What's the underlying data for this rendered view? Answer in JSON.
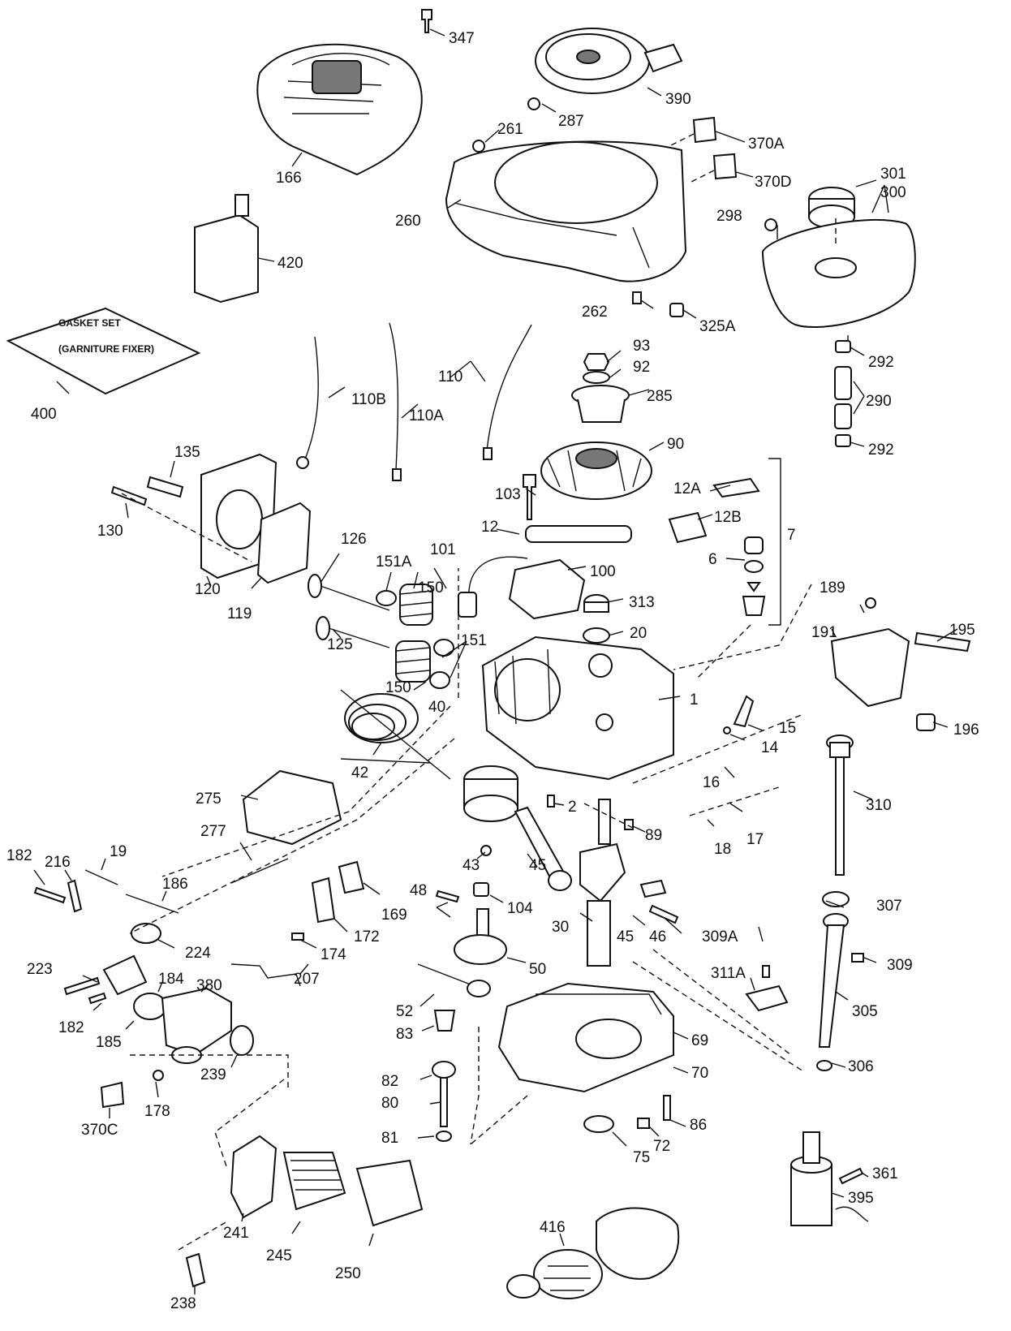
{
  "diagram": {
    "gasket_set_box": [
      "GASKET SET",
      "(GARNITURE FIXER)"
    ],
    "callouts": [
      {
        "id": "c-347",
        "text": "347"
      },
      {
        "id": "c-390",
        "text": "390"
      },
      {
        "id": "c-287",
        "text": "287"
      },
      {
        "id": "c-261",
        "text": "261"
      },
      {
        "id": "c-370A",
        "text": "370A"
      },
      {
        "id": "c-166",
        "text": "166"
      },
      {
        "id": "c-370D",
        "text": "370D"
      },
      {
        "id": "c-301",
        "text": "301"
      },
      {
        "id": "c-300",
        "text": "300"
      },
      {
        "id": "c-260",
        "text": "260"
      },
      {
        "id": "c-298",
        "text": "298"
      },
      {
        "id": "c-420",
        "text": "420"
      },
      {
        "id": "c-262",
        "text": "262"
      },
      {
        "id": "c-325A",
        "text": "325A"
      },
      {
        "id": "c-93",
        "text": "93"
      },
      {
        "id": "c-92",
        "text": "92"
      },
      {
        "id": "c-292a",
        "text": "292"
      },
      {
        "id": "c-110",
        "text": "110"
      },
      {
        "id": "c-110B",
        "text": "110B"
      },
      {
        "id": "c-285",
        "text": "285"
      },
      {
        "id": "c-290",
        "text": "290"
      },
      {
        "id": "c-400",
        "text": "400"
      },
      {
        "id": "c-110A",
        "text": "110A"
      },
      {
        "id": "c-292b",
        "text": "292"
      },
      {
        "id": "c-90",
        "text": "90"
      },
      {
        "id": "c-135",
        "text": "135"
      },
      {
        "id": "c-12A",
        "text": "12A"
      },
      {
        "id": "c-103",
        "text": "103"
      },
      {
        "id": "c-12B",
        "text": "12B"
      },
      {
        "id": "c-12",
        "text": "12"
      },
      {
        "id": "c-7",
        "text": "7"
      },
      {
        "id": "c-130",
        "text": "130"
      },
      {
        "id": "c-126",
        "text": "126"
      },
      {
        "id": "c-101",
        "text": "101"
      },
      {
        "id": "c-6",
        "text": "6"
      },
      {
        "id": "c-151A",
        "text": "151A"
      },
      {
        "id": "c-100",
        "text": "100"
      },
      {
        "id": "c-150a",
        "text": "150"
      },
      {
        "id": "c-120",
        "text": "120"
      },
      {
        "id": "c-119",
        "text": "119"
      },
      {
        "id": "c-313",
        "text": "313"
      },
      {
        "id": "c-189",
        "text": "189"
      },
      {
        "id": "c-20",
        "text": "20"
      },
      {
        "id": "c-125",
        "text": "125"
      },
      {
        "id": "c-191",
        "text": "191"
      },
      {
        "id": "c-195",
        "text": "195"
      },
      {
        "id": "c-151",
        "text": "151"
      },
      {
        "id": "c-150b",
        "text": "150"
      },
      {
        "id": "c-40",
        "text": "40"
      },
      {
        "id": "c-1",
        "text": "1"
      },
      {
        "id": "c-15",
        "text": "15"
      },
      {
        "id": "c-196",
        "text": "196"
      },
      {
        "id": "c-14",
        "text": "14"
      },
      {
        "id": "c-42",
        "text": "42"
      },
      {
        "id": "c-16",
        "text": "16"
      },
      {
        "id": "c-275",
        "text": "275"
      },
      {
        "id": "c-310",
        "text": "310"
      },
      {
        "id": "c-2",
        "text": "2"
      },
      {
        "id": "c-17",
        "text": "17"
      },
      {
        "id": "c-89",
        "text": "89"
      },
      {
        "id": "c-277",
        "text": "277"
      },
      {
        "id": "c-18",
        "text": "18"
      },
      {
        "id": "c-182a",
        "text": "182"
      },
      {
        "id": "c-19",
        "text": "19"
      },
      {
        "id": "c-216",
        "text": "216"
      },
      {
        "id": "c-43",
        "text": "43"
      },
      {
        "id": "c-45a",
        "text": "45"
      },
      {
        "id": "c-186",
        "text": "186"
      },
      {
        "id": "c-307",
        "text": "307"
      },
      {
        "id": "c-104",
        "text": "104"
      },
      {
        "id": "c-48",
        "text": "48"
      },
      {
        "id": "c-169",
        "text": "169"
      },
      {
        "id": "c-30",
        "text": "30"
      },
      {
        "id": "c-45b",
        "text": "45"
      },
      {
        "id": "c-46",
        "text": "46"
      },
      {
        "id": "c-172",
        "text": "172"
      },
      {
        "id": "c-309A",
        "text": "309A"
      },
      {
        "id": "c-224",
        "text": "224"
      },
      {
        "id": "c-174",
        "text": "174"
      },
      {
        "id": "c-309",
        "text": "309"
      },
      {
        "id": "c-223",
        "text": "223"
      },
      {
        "id": "c-50",
        "text": "50"
      },
      {
        "id": "c-311A",
        "text": "311A"
      },
      {
        "id": "c-207",
        "text": "207"
      },
      {
        "id": "c-184",
        "text": "184"
      },
      {
        "id": "c-380",
        "text": "380"
      },
      {
        "id": "c-52",
        "text": "52"
      },
      {
        "id": "c-305",
        "text": "305"
      },
      {
        "id": "c-182b",
        "text": "182"
      },
      {
        "id": "c-83",
        "text": "83"
      },
      {
        "id": "c-69",
        "text": "69"
      },
      {
        "id": "c-185",
        "text": "185"
      },
      {
        "id": "c-306",
        "text": "306"
      },
      {
        "id": "c-70",
        "text": "70"
      },
      {
        "id": "c-82",
        "text": "82"
      },
      {
        "id": "c-239",
        "text": "239"
      },
      {
        "id": "c-80",
        "text": "80"
      },
      {
        "id": "c-178",
        "text": "178"
      },
      {
        "id": "c-86",
        "text": "86"
      },
      {
        "id": "c-370C",
        "text": "370C"
      },
      {
        "id": "c-81",
        "text": "81"
      },
      {
        "id": "c-72",
        "text": "72"
      },
      {
        "id": "c-75",
        "text": "75"
      },
      {
        "id": "c-361",
        "text": "361"
      },
      {
        "id": "c-395",
        "text": "395"
      },
      {
        "id": "c-241",
        "text": "241"
      },
      {
        "id": "c-416",
        "text": "416"
      },
      {
        "id": "c-245",
        "text": "245"
      },
      {
        "id": "c-238",
        "text": "238"
      },
      {
        "id": "c-250",
        "text": "250"
      }
    ]
  }
}
